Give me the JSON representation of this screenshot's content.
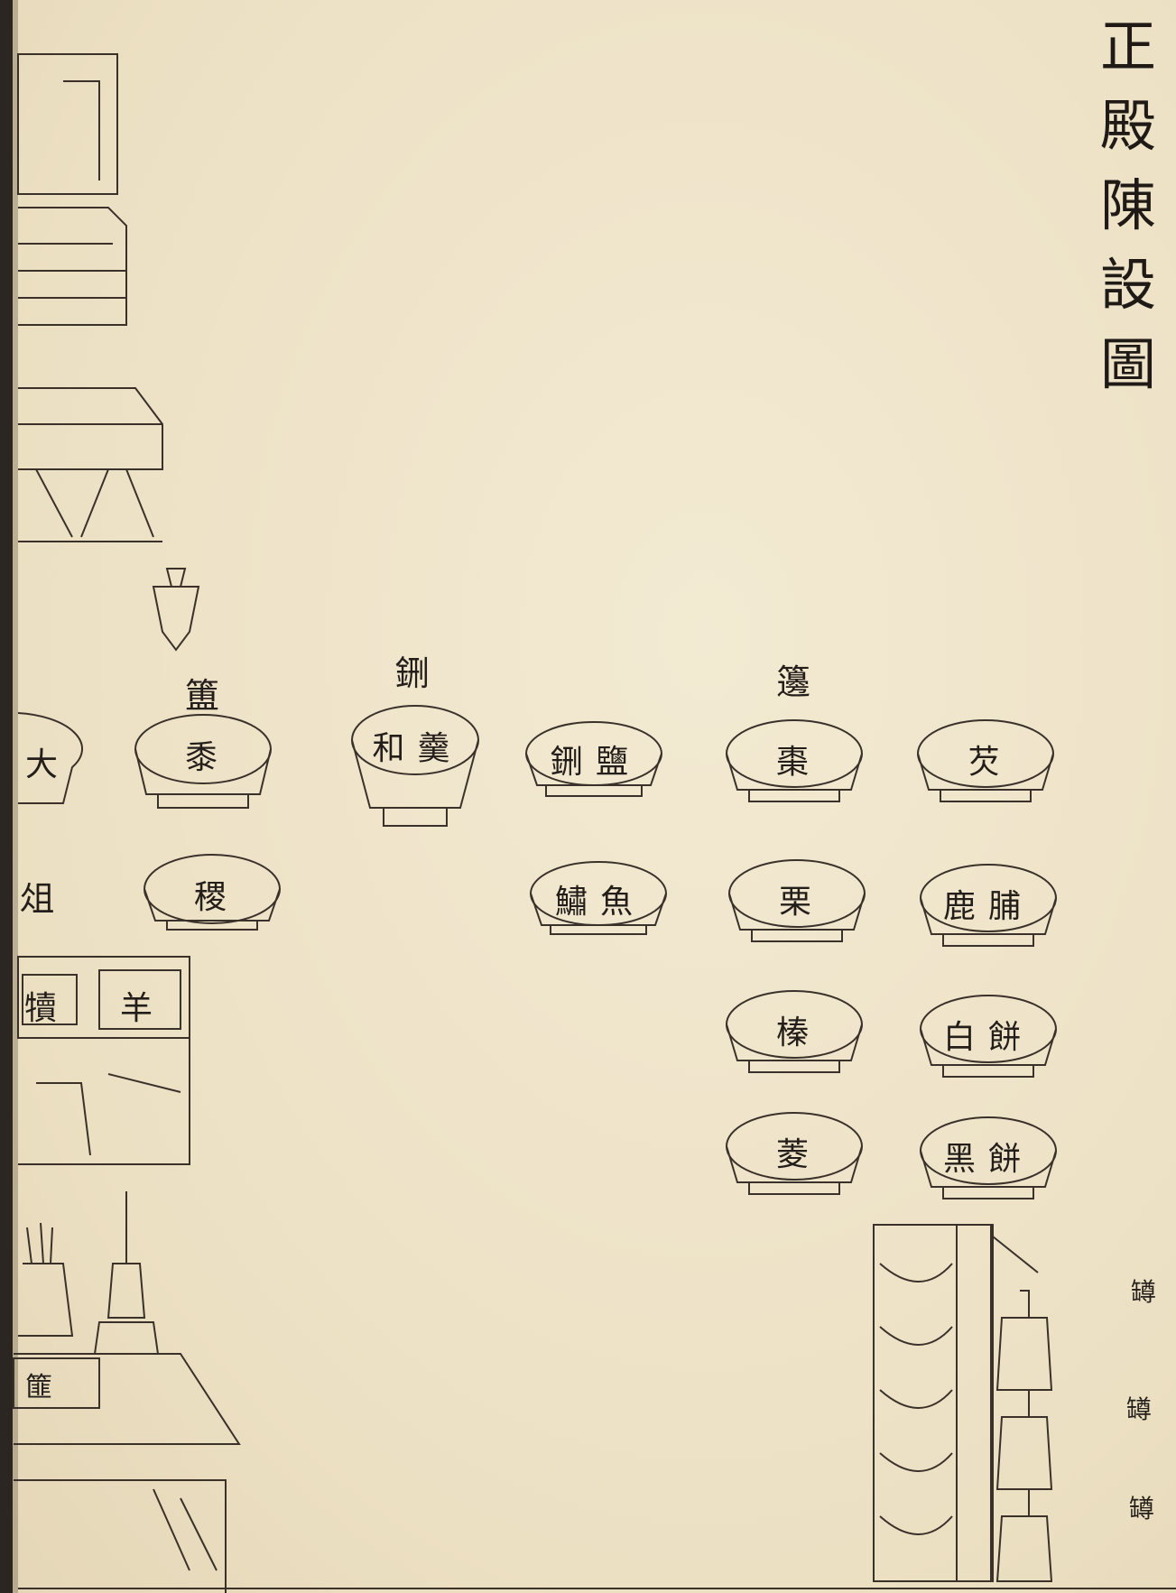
{
  "title": {
    "chars": [
      "正",
      "殿",
      "陳",
      "設",
      "圖"
    ]
  },
  "labels": {
    "fu": "簠",
    "xing": "鉶",
    "bian": "籩",
    "zu_fragment": "俎",
    "da_fragment": "大",
    "du_fragment": "犢",
    "yang": "羊",
    "xiang_fragment": "篚",
    "zun": "罇"
  },
  "dishes": {
    "fu_1": "黍",
    "fu_2": "稷",
    "xing_bowl": "和羹",
    "dou_1": "鉶鹽",
    "dou_2": "鱐魚",
    "bian_1": "棗",
    "bian_2": "栗",
    "bian_3": "榛",
    "bian_4": "菱",
    "bian_5": "芡",
    "bian_6": "鹿脯",
    "bian_7": "白餅",
    "bian_8": "黑餅"
  }
}
